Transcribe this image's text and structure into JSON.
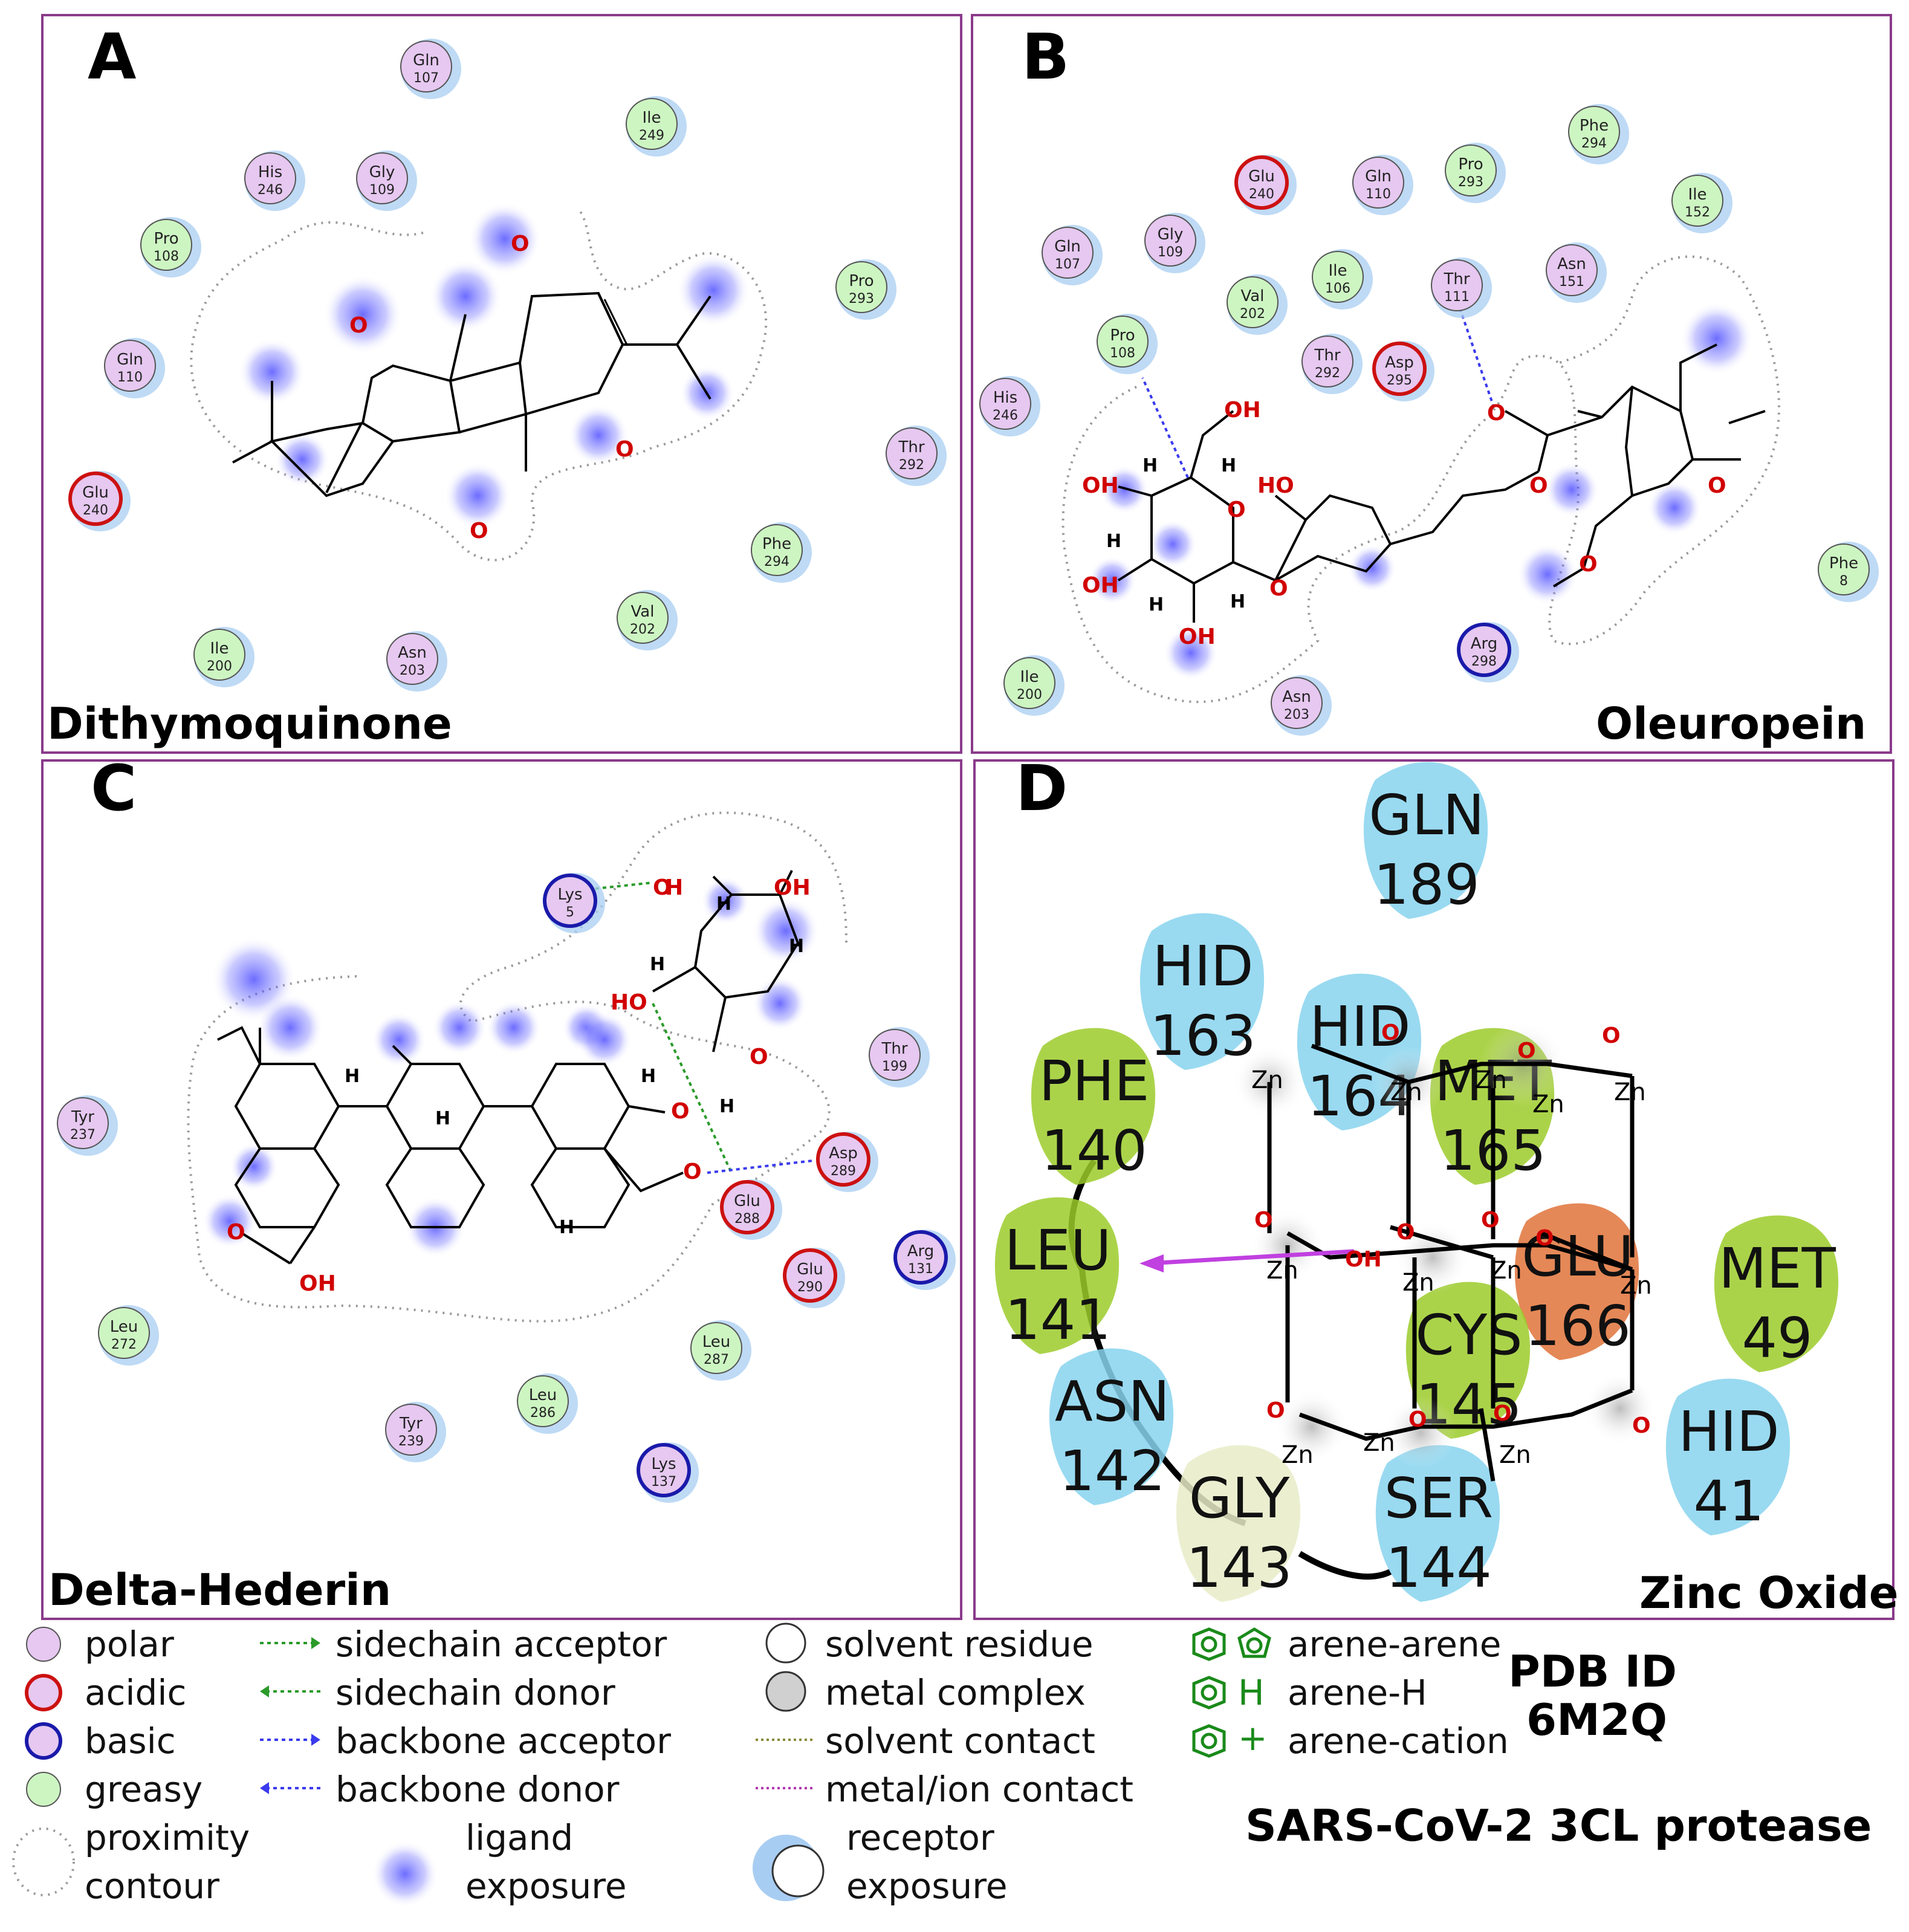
{
  "panels": {
    "A": {
      "letter": "A",
      "title": "Dithymoquinone",
      "residues": [
        {
          "name": "Gln",
          "num": "107",
          "type": "polar"
        },
        {
          "name": "Ile",
          "num": "249",
          "type": "greasy"
        },
        {
          "name": "His",
          "num": "246",
          "type": "polar"
        },
        {
          "name": "Gly",
          "num": "109",
          "type": "polar"
        },
        {
          "name": "Pro",
          "num": "108",
          "type": "greasy"
        },
        {
          "name": "Pro",
          "num": "293",
          "type": "greasy"
        },
        {
          "name": "Gln",
          "num": "110",
          "type": "polar"
        },
        {
          "name": "Thr",
          "num": "292",
          "type": "polar"
        },
        {
          "name": "Glu",
          "num": "240",
          "type": "acidic"
        },
        {
          "name": "Phe",
          "num": "294",
          "type": "greasy"
        },
        {
          "name": "Val",
          "num": "202",
          "type": "greasy"
        },
        {
          "name": "Ile",
          "num": "200",
          "type": "greasy"
        },
        {
          "name": "Asn",
          "num": "203",
          "type": "polar"
        }
      ],
      "atoms": [
        "O",
        "O",
        "O",
        "O"
      ]
    },
    "B": {
      "letter": "B",
      "title": "Oleuropein",
      "residues": [
        {
          "name": "Phe",
          "num": "294",
          "type": "greasy"
        },
        {
          "name": "Pro",
          "num": "293",
          "type": "greasy"
        },
        {
          "name": "Glu",
          "num": "240",
          "type": "acidic"
        },
        {
          "name": "Gln",
          "num": "110",
          "type": "polar"
        },
        {
          "name": "Ile",
          "num": "152",
          "type": "greasy"
        },
        {
          "name": "Gly",
          "num": "109",
          "type": "polar"
        },
        {
          "name": "Gln",
          "num": "107",
          "type": "polar"
        },
        {
          "name": "Ile",
          "num": "106",
          "type": "greasy"
        },
        {
          "name": "Thr",
          "num": "111",
          "type": "polar"
        },
        {
          "name": "Asn",
          "num": "151",
          "type": "polar"
        },
        {
          "name": "Val",
          "num": "202",
          "type": "greasy"
        },
        {
          "name": "Pro",
          "num": "108",
          "type": "greasy"
        },
        {
          "name": "Thr",
          "num": "292",
          "type": "polar"
        },
        {
          "name": "Asp",
          "num": "295",
          "type": "acidic"
        },
        {
          "name": "His",
          "num": "246",
          "type": "polar"
        },
        {
          "name": "Phe",
          "num": "8",
          "type": "greasy"
        },
        {
          "name": "Arg",
          "num": "298",
          "type": "basic"
        },
        {
          "name": "Ile",
          "num": "200",
          "type": "greasy"
        },
        {
          "name": "Asn",
          "num": "203",
          "type": "polar"
        }
      ],
      "atoms": {
        "oh": "OH",
        "ho": "HO",
        "o": "O",
        "h": "H"
      }
    },
    "C": {
      "letter": "C",
      "title": "Delta-Hederin",
      "residues": [
        {
          "name": "Lys",
          "num": "5",
          "type": "basic"
        },
        {
          "name": "Thr",
          "num": "199",
          "type": "polar"
        },
        {
          "name": "Tyr",
          "num": "237",
          "type": "polar"
        },
        {
          "name": "Asp",
          "num": "289",
          "type": "acidic"
        },
        {
          "name": "Glu",
          "num": "288",
          "type": "acidic"
        },
        {
          "name": "Arg",
          "num": "131",
          "type": "basic"
        },
        {
          "name": "Glu",
          "num": "290",
          "type": "acidic"
        },
        {
          "name": "Leu",
          "num": "272",
          "type": "greasy"
        },
        {
          "name": "Leu",
          "num": "287",
          "type": "greasy"
        },
        {
          "name": "Leu",
          "num": "286",
          "type": "greasy"
        },
        {
          "name": "Tyr",
          "num": "239",
          "type": "polar"
        },
        {
          "name": "Lys",
          "num": "137",
          "type": "basic"
        }
      ],
      "atoms": {
        "oh": "OH",
        "ho": "HO",
        "o": "O",
        "h": "H"
      }
    },
    "D": {
      "letter": "D",
      "title": "Zinc Oxide",
      "residues": [
        {
          "name": "GLN",
          "num": "189",
          "color": "#87d3ee"
        },
        {
          "name": "HID",
          "num": "163",
          "color": "#87d3ee"
        },
        {
          "name": "HID",
          "num": "164",
          "color": "#87d3ee"
        },
        {
          "name": "PHE",
          "num": "140",
          "color": "#9ccb2a"
        },
        {
          "name": "MET",
          "num": "165",
          "color": "#9ccb2a"
        },
        {
          "name": "LEU",
          "num": "141",
          "color": "#9ccb2a"
        },
        {
          "name": "GLU",
          "num": "166",
          "color": "#e0733a"
        },
        {
          "name": "MET",
          "num": "49",
          "color": "#9ccb2a"
        },
        {
          "name": "CYS",
          "num": "145",
          "color": "#9ccb2a"
        },
        {
          "name": "ASN",
          "num": "142",
          "color": "#87d3ee"
        },
        {
          "name": "HID",
          "num": "41",
          "color": "#87d3ee"
        },
        {
          "name": "GLY",
          "num": "143",
          "color": "#e8ecc8"
        },
        {
          "name": "SER",
          "num": "144",
          "color": "#87d3ee"
        }
      ],
      "atoms": {
        "zn": "Zn",
        "o": "O",
        "oh": "OH"
      }
    }
  },
  "legend": {
    "col1": [
      "polar",
      "acidic",
      "basic",
      "greasy"
    ],
    "proximity": [
      "proximity",
      "contour"
    ],
    "col2": [
      "sidechain acceptor",
      "sidechain donor",
      "backbone acceptor",
      "backbone donor"
    ],
    "ligand_exposure": [
      "ligand",
      "exposure"
    ],
    "col3": [
      "solvent residue",
      "metal complex",
      "solvent contact",
      "metal/ion contact"
    ],
    "receptor_exposure": [
      "receptor",
      "exposure"
    ],
    "col4": [
      "arene-arene",
      "arene-H",
      "arene-cation"
    ],
    "arene_h_symbol": "H",
    "arene_cation_symbol": "+",
    "pdb_line1": "PDB ID",
    "pdb_line2": "6M2Q",
    "protein": "SARS-CoV-2 3CL protease"
  },
  "colors": {
    "frame": "#8a3a8a",
    "polar_fill": "#e6c8f0",
    "greasy_fill": "#cdf5c2",
    "acidic_ring": "#cc1111",
    "basic_ring": "#1a1aaa",
    "exposure_blue": "#6fa8e6",
    "ligand_blue": "#3b3bff"
  }
}
